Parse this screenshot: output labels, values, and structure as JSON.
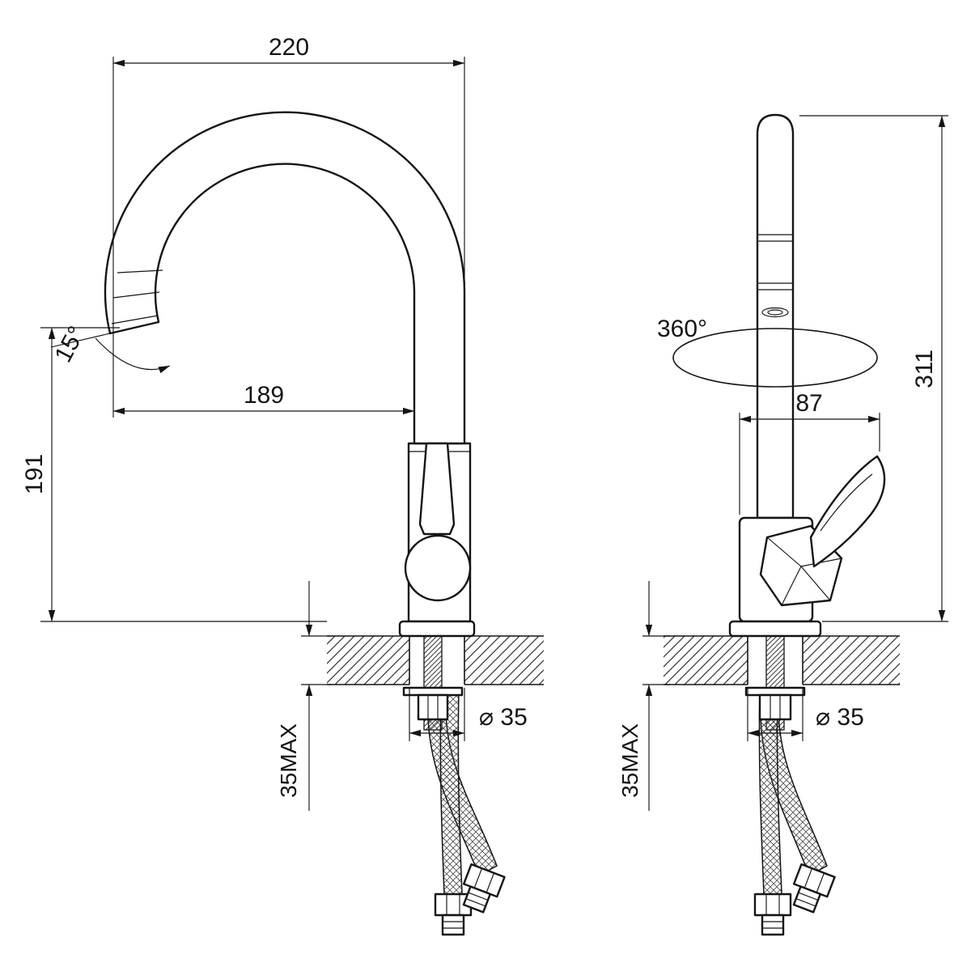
{
  "colors": {
    "ink": "#141414",
    "paper": "#ffffff"
  },
  "labels": {
    "side": {
      "overall_reach": "220",
      "spout_angle": "15°",
      "reach": "189",
      "height": "191",
      "deck_max": "35MAX",
      "hole_dia": "⌀ 35"
    },
    "front": {
      "swivel": "360°",
      "depth": "87",
      "height": "311",
      "deck_max": "35MAX",
      "hole_dia": "⌀ 35"
    }
  }
}
